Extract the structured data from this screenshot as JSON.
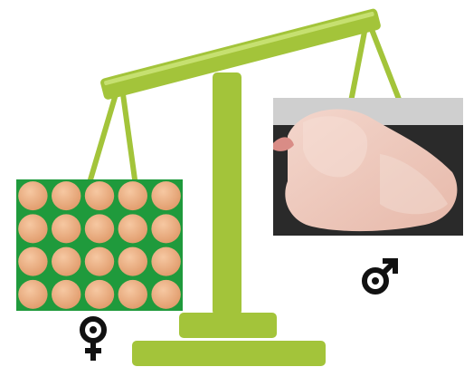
{
  "figure": {
    "colors": {
      "scale_green": "#a3c43a",
      "scale_green_dark": "#8aa82c",
      "scale_highlight": "#c6e070",
      "egg_tray_green": "#1f9a3c",
      "egg_color": "#e09a6a",
      "chicken_skin": "#e7b9aa",
      "chicken_bg": "#2a2a2a",
      "symbol_color": "#111111"
    },
    "left_pan": {
      "image": "egg-tray-photo",
      "symbol_icon": "female-symbol-icon",
      "egg_grid": {
        "rows": 4,
        "cols": 5
      }
    },
    "right_pan": {
      "image": "raw-chicken-photo",
      "symbol_icon": "male-symbol-icon"
    }
  }
}
